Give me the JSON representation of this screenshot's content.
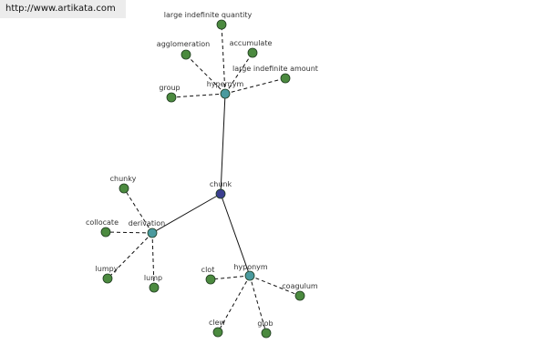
{
  "source_url": "http://www.artikata.com",
  "colors": {
    "root": "#3b3f8f",
    "category": "#4a9a9e",
    "leaf": "#4b8a3f",
    "node_stroke": "#1e3a1e",
    "edge": "#111111"
  },
  "graph": {
    "root": {
      "id": "chunk",
      "label": "chunk"
    },
    "categories": [
      {
        "id": "hypernym",
        "label": "hypernym"
      },
      {
        "id": "derivation",
        "label": "derivation"
      },
      {
        "id": "hyponym",
        "label": "hyponym"
      }
    ],
    "leaves": [
      {
        "id": "large-indefinite-quantity",
        "label": "large indefinite quantity",
        "parent": "hypernym"
      },
      {
        "id": "agglomeration",
        "label": "agglomeration",
        "parent": "hypernym"
      },
      {
        "id": "accumulate",
        "label": "accumulate",
        "parent": "hypernym"
      },
      {
        "id": "large-indefinite-amount",
        "label": "large indefinite amount",
        "parent": "hypernym"
      },
      {
        "id": "group",
        "label": "group",
        "parent": "hypernym"
      },
      {
        "id": "chunky",
        "label": "chunky",
        "parent": "derivation"
      },
      {
        "id": "collocate",
        "label": "collocate",
        "parent": "derivation"
      },
      {
        "id": "lumpy",
        "label": "lumpy",
        "parent": "derivation"
      },
      {
        "id": "lump",
        "label": "lump",
        "parent": "derivation"
      },
      {
        "id": "clot",
        "label": "clot",
        "parent": "hyponym"
      },
      {
        "id": "coagulum",
        "label": "coagulum",
        "parent": "hyponym"
      },
      {
        "id": "clew",
        "label": "clew",
        "parent": "hyponym"
      },
      {
        "id": "glob",
        "label": "glob",
        "parent": "hyponym"
      }
    ]
  }
}
